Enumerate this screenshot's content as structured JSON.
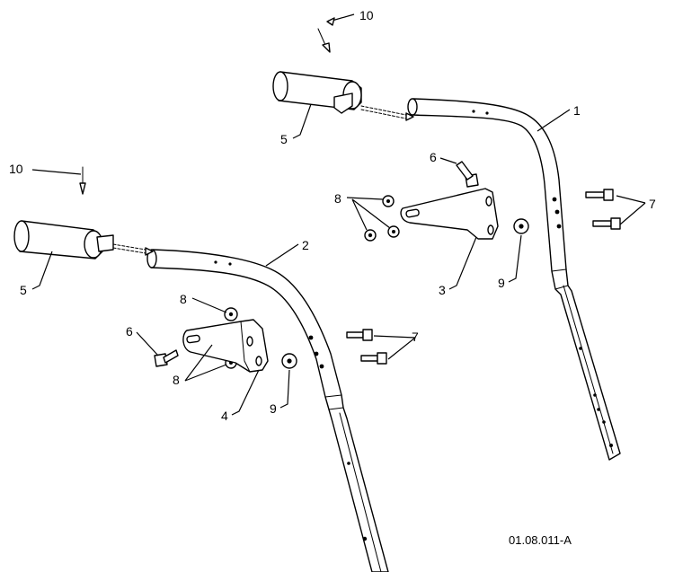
{
  "callouts": {
    "part_1": "1",
    "part_2": "2",
    "part_3": "3",
    "part_4": "4",
    "part_5_upper": "5",
    "part_5_lower": "5",
    "part_6_upper": "6",
    "part_6_lower": "6",
    "part_7_upper": "7",
    "part_7_lower": "7",
    "part_8_upper": "8",
    "part_8_lower_top": "8",
    "part_8_lower_bottom": "8",
    "part_9_upper": "9",
    "part_9_lower": "9",
    "part_10_upper": "10",
    "part_10_lower": "10"
  },
  "reference_code": "01.08.011-A",
  "colors": {
    "line": "#000000",
    "background": "#ffffff"
  }
}
